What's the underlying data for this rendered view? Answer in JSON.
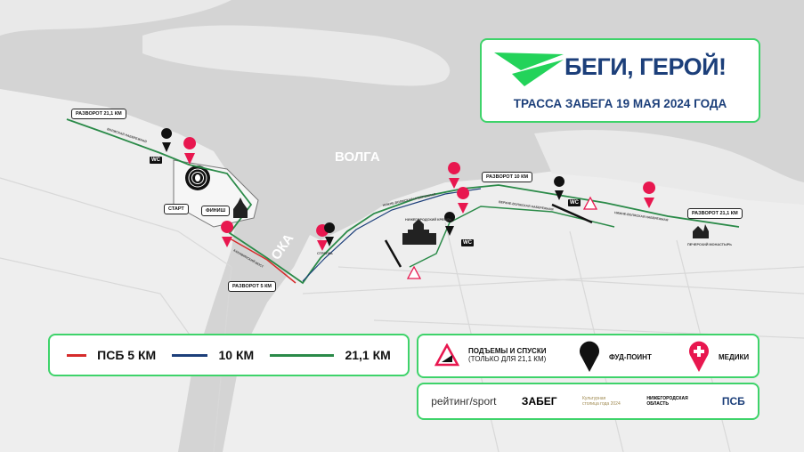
{
  "header": {
    "brand": "БЕГИ, ГЕРОЙ!",
    "subtitle": "ТРАССА ЗАБЕГА 19 МАЯ 2024 ГОДА"
  },
  "map": {
    "rivers": [
      "ВОЛГА",
      "ОКА"
    ],
    "callouts": {
      "turn_21_west": "РАЗВОРОТ 21,1 КМ",
      "start": "СТАРТ",
      "finish": "ФИНИШ",
      "turn_5": "РАЗВОРОТ 5 КМ",
      "turn_10": "РАЗВОРОТ 10 КМ",
      "turn_21_east": "РАЗВОРОТ 21,1 КМ"
    },
    "wc_label": "WC",
    "streets": [
      "ВОЛЖСКАЯ НАБЕРЕЖНАЯ",
      "КАНАВИНСКИЙ МОСТ",
      "НИЖНЕ-ВОЛЖСКАЯ НАБЕРЕЖНАЯ",
      "ВЕРХНЕ-ВОЛЖСКАЯ НАБЕРЕЖНАЯ",
      "НИЖНЕ-ВОЛЖСКАЯ НАБЕРЕЖНАЯ"
    ],
    "landmarks": [
      "НИЖЕГОРОДСКИЙ КРЕМЛЬ",
      "ПЕЧЕРСКИЙ МОНАСТЫРЬ",
      "СТРЕЛКА"
    ]
  },
  "legend": {
    "routes": [
      {
        "label": "ПСБ 5 КМ",
        "color": "#d62b2b"
      },
      {
        "label": "10 КМ",
        "color": "#1c3f7a"
      },
      {
        "label": "21,1 КМ",
        "color": "#2a8a48"
      }
    ],
    "poi": {
      "hills": "ПОДЪЕМЫ И СПУСКИ",
      "hills_note": "(ТОЛЬКО ДЛЯ 21,1 КМ)",
      "food": "ФУД-ПОИНТ",
      "medics": "МЕДИКИ"
    }
  },
  "partners": [
    "рейтинг/sport",
    "ЗАБЕГ",
    "Культурная столица года 2024",
    "НИЖЕГОРОДСКАЯ ОБЛАСТЬ",
    "ПСБ"
  ],
  "colors": {
    "accent": "#3ed36a",
    "brand": "#1c3f7a",
    "medic": "#e8174f",
    "water": "#d3d3d3",
    "land": "#ececec"
  }
}
